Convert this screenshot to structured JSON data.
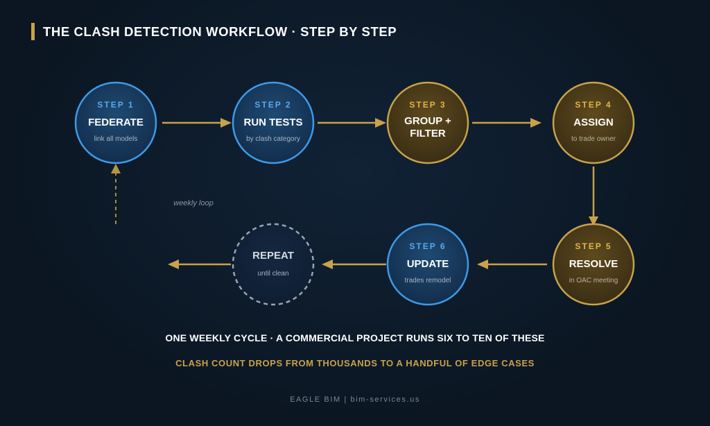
{
  "title": "THE CLASH DETECTION WORKFLOW · STEP BY STEP",
  "colors": {
    "background": "#0b1622",
    "accent_gold": "#c9a24a",
    "blue_ring": "#3d9be9",
    "blue_step_label": "#5aa8ee",
    "gold_step_label": "#e0b548"
  },
  "steps": [
    {
      "id": "federate",
      "step": "STEP 1",
      "lines": [
        "FEDERATE"
      ],
      "sub": "link all models",
      "style": "blue"
    },
    {
      "id": "run-tests",
      "step": "STEP 2",
      "lines": [
        "RUN TESTS"
      ],
      "sub": "by clash category",
      "style": "blue"
    },
    {
      "id": "group-filter",
      "step": "STEP 3",
      "lines": [
        "GROUP +",
        "FILTER"
      ],
      "sub": "",
      "style": "gold"
    },
    {
      "id": "assign",
      "step": "STEP 4",
      "lines": [
        "ASSIGN"
      ],
      "sub": "to trade owner",
      "style": "gold"
    },
    {
      "id": "resolve",
      "step": "STEP 5",
      "lines": [
        "RESOLVE"
      ],
      "sub": "in OAC meeting",
      "style": "gold"
    },
    {
      "id": "update",
      "step": "STEP 6",
      "lines": [
        "UPDATE"
      ],
      "sub": "trades remodel",
      "style": "blue"
    },
    {
      "id": "repeat",
      "step": "",
      "lines": [
        "REPEAT"
      ],
      "sub": "until clean",
      "style": "dashed"
    }
  ],
  "loop_label": "weekly loop",
  "note_primary": "ONE WEEKLY CYCLE · A COMMERCIAL PROJECT RUNS SIX TO TEN OF THESE",
  "note_secondary": "CLASH COUNT DROPS FROM THOUSANDS TO A HANDFUL OF EDGE CASES",
  "footer": "EAGLE BIM | bim-services.us"
}
